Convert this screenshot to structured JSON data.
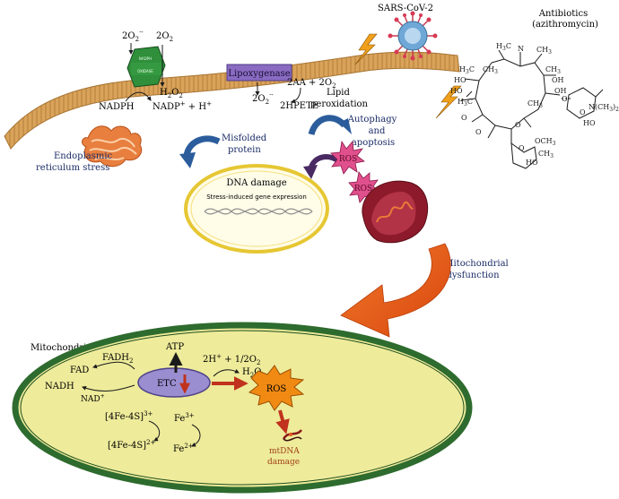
{
  "membrane": {
    "oxidase_top": "NADPH",
    "oxidase_bottom": "OXIDASE",
    "o2_left": "2O",
    "o2_left_sub": "2",
    "o2_left_sup": "·-",
    "o2_right": "2O",
    "o2_right_sub": "2",
    "h2o2": "H",
    "h2o2_sub1": "2",
    "h2o2_mid": "O",
    "h2o2_sub2": "2",
    "nadph": "NADPH",
    "nadp": "NADP",
    "nadp_sup": "+",
    "nadp_rest": " + H",
    "nadp_rest_sup": "+",
    "lipoxygenase": "Lipoxygenase",
    "aa": "2AA + 2O",
    "aa_sub": "2",
    "superoxide": "2O",
    "superoxide_sub": "2",
    "superoxide_sup": "·-",
    "hpete": "2HPETE"
  },
  "labels": {
    "sars": "SARS-CoV-2",
    "antibiotics_line1": "Antibiotics",
    "antibiotics_line2": "(azithromycin)",
    "lipid_line1": "Lipid",
    "lipid_line2": "peroxidation",
    "autophagy_line1": "Autophagy",
    "autophagy_line2": "and",
    "autophagy_line3": "apoptosis",
    "er_line1": "Endoplasmic",
    "er_line2": "reticulum stress",
    "misfolded_line1": "Misfolded",
    "misfolded_line2": "protein",
    "dna_damage": "DNA damage",
    "stress_gene": "Stress-induced gene expression",
    "ros1": "ROS",
    "ros2": "ROS",
    "mito_dys_line1": "Mitochondrial",
    "mito_dys_line2": "dysfunction"
  },
  "molecule": {
    "h3c_1": "H",
    "h3c_1b": "C",
    "n_top": "N",
    "ch3_top": "CH",
    "ho_1": "HO",
    "ho_2": "HO",
    "oh_1": "OH",
    "oh_2": "OH",
    "h3c_2": "H",
    "h3c_2b": "C",
    "h3c_3": "H",
    "h3c_3b": "C",
    "o_1": "O",
    "o_2": "O",
    "o_3": "O",
    "o_4": "O",
    "o_5": "O",
    "o_6": "O",
    "n_right": "N(CH",
    "n_right_b": ")",
    "ho_3": "HO",
    "och3": "OCH",
    "ch3_1": "CH",
    "ch3_2": "CH",
    "ch3_3": "CH",
    "ch3_4": "CH",
    "ho_4": "HO",
    "three": "3",
    "two": "2"
  },
  "mitochondria": {
    "title": "Mitochondria",
    "atp": "ATP",
    "fadh": "FADH",
    "fadh_sub": "2",
    "fad": "FAD",
    "nadh": "NADH",
    "nad": "NAD",
    "nad_sup": "+",
    "etc": "ETC",
    "o2_reaction": "2H",
    "o2_reaction_sup": "+",
    "o2_reaction_mid": " + 1/2O",
    "o2_reaction_sub": "2",
    "h2o": "H",
    "h2o_sub": "2",
    "h2o_rest": "O",
    "ros": "ROS",
    "fes3": "[4Fe-4S]",
    "fes3_sup": "3+",
    "fes2": "[4Fe-4S]",
    "fes2_sup": "2+",
    "fe3": "Fe",
    "fe3_sup": "3+",
    "fe2": "Fe",
    "fe2_sup": "2+",
    "mtdna_line1": "mtDNA",
    "mtdna_line2": "damage"
  },
  "colors": {
    "membrane": "#d9a35a",
    "membrane_dark": "#a87534",
    "oxidase": "#2f8f3b",
    "lipoxygenase": "#8a6bc2",
    "curved_arrow": "#2b5d9c",
    "purple_arrow": "#4a2a63",
    "ros_pink": "#e0508c",
    "mito_red": "#8c1a2a",
    "big_arrow": "#e0561b",
    "mito_fill": "#eeeb9a",
    "mito_border": "#2e6b2e",
    "etc_fill": "#9a8ed0",
    "ros_orange": "#f08a13",
    "red_arrow": "#c0321d",
    "mtdna_text": "#a04018"
  }
}
